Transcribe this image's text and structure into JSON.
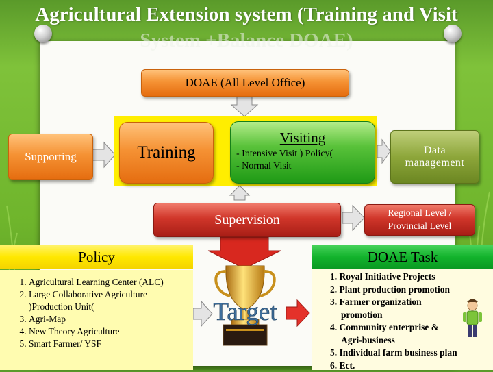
{
  "title": {
    "line1": "Agricultural Extension system (Training and Visit",
    "line2": "System +Balance DOAE)"
  },
  "doae_office": "DOAE (All Level Office)",
  "supporting": "Supporting",
  "training": "Training",
  "visiting": {
    "heading": "Visiting",
    "line1": "- Intensive Visit ) Policy(",
    "line2": "- Normal Visit"
  },
  "data_management": {
    "line1": "Data",
    "line2": "management"
  },
  "supervision": "Supervision",
  "regional": {
    "line1": "Regional Level /",
    "line2": "Provincial Level"
  },
  "policy": {
    "heading": "Policy",
    "items": [
      "Agricultural Learning Center (ALC)",
      "Large Collaborative Agriculture )Production Unit(",
      "Agri-Map",
      "New Theory Agriculture",
      "Smart Farmer/ YSF"
    ]
  },
  "target": "Target",
  "doae_task": {
    "heading": "DOAE Task",
    "items": [
      "1. Royal Initiative Projects",
      "2. Plant production promotion",
      "3. Farmer organization",
      "promotion",
      "4. Community enterprise &",
      "Agri-business",
      "5. Individual farm business plan",
      "6. Ect."
    ]
  },
  "colors": {
    "orange": "#f28a2a",
    "green": "#2aa51e",
    "olive": "#8da63a",
    "red": "#c42a20",
    "yellow": "#ffe800",
    "task_green": "#12b32c",
    "arrow_gray": "#e4e4e4"
  }
}
